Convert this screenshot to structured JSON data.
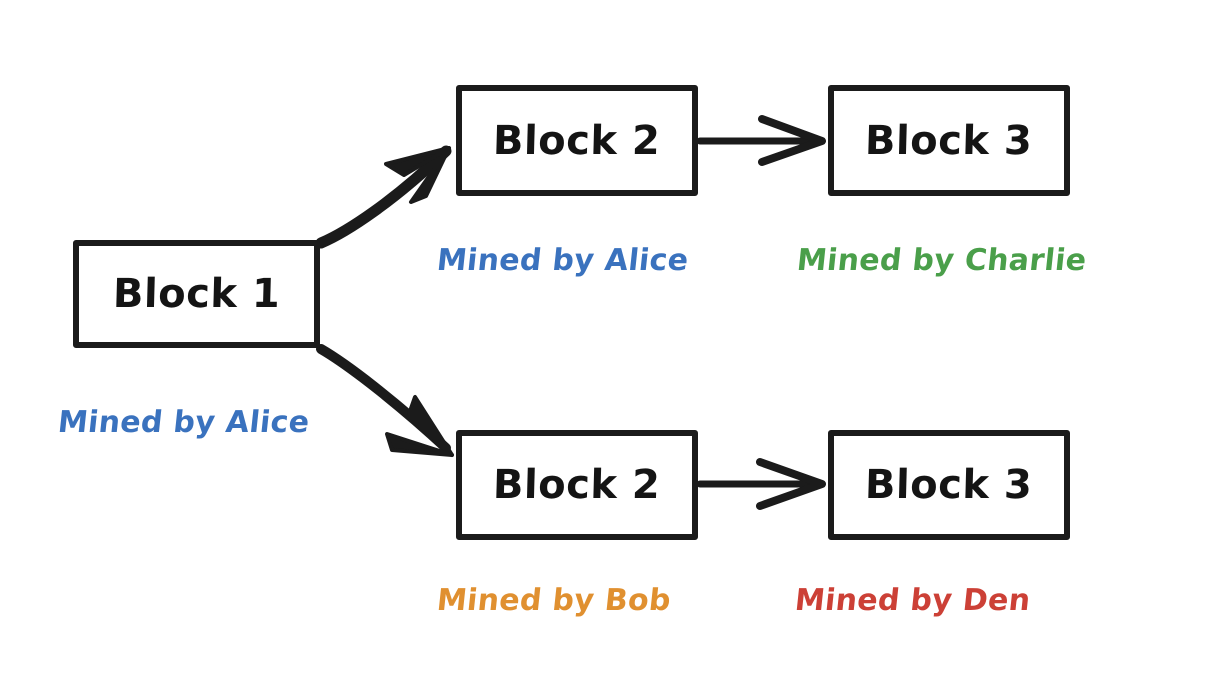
{
  "diagram": {
    "title": "Blockchain fork diagram",
    "background_color": "#ffffff",
    "stroke_color": "#1b1b1b",
    "style": "hand-drawn"
  },
  "blocks": [
    {
      "id": "block-1",
      "label": "Block 1"
    },
    {
      "id": "block-2-top",
      "label": "Block 2"
    },
    {
      "id": "block-3-top",
      "label": "Block 3"
    },
    {
      "id": "block-2-bot",
      "label": "Block 2"
    },
    {
      "id": "block-3-bot",
      "label": "Block 3"
    }
  ],
  "miner_labels": [
    {
      "id": "label-block-1",
      "text": "Mined by Alice",
      "miner": "Alice",
      "color": "#3a72be"
    },
    {
      "id": "label-block-2-top",
      "text": "Mined by Alice",
      "miner": "Alice",
      "color": "#3a72be"
    },
    {
      "id": "label-block-3-top",
      "text": "Mined by Charlie",
      "miner": "Charlie",
      "color": "#4a9f4a"
    },
    {
      "id": "label-block-2-bot",
      "text": "Mined by Bob",
      "miner": "Bob",
      "color": "#e09030"
    },
    {
      "id": "label-block-3-bot",
      "text": "Mined by Den",
      "miner": "Den",
      "color": "#cc4036"
    }
  ],
  "connectors": [
    {
      "id": "arrow-fork-up",
      "from": "block-1",
      "to": "block-2-top",
      "kind": "thick-diagonal-up"
    },
    {
      "id": "arrow-fork-down",
      "from": "block-1",
      "to": "block-2-bot",
      "kind": "thick-diagonal-down"
    },
    {
      "id": "arrow-top-chain",
      "from": "block-2-top",
      "to": "block-3-top",
      "kind": "horizontal"
    },
    {
      "id": "arrow-bot-chain",
      "from": "block-2-bot",
      "to": "block-3-bot",
      "kind": "horizontal"
    }
  ],
  "colors": {
    "alice": "#3a72be",
    "charlie": "#4a9f4a",
    "bob": "#e09030",
    "den": "#cc4036",
    "ink": "#1b1b1b",
    "background": "#ffffff"
  }
}
